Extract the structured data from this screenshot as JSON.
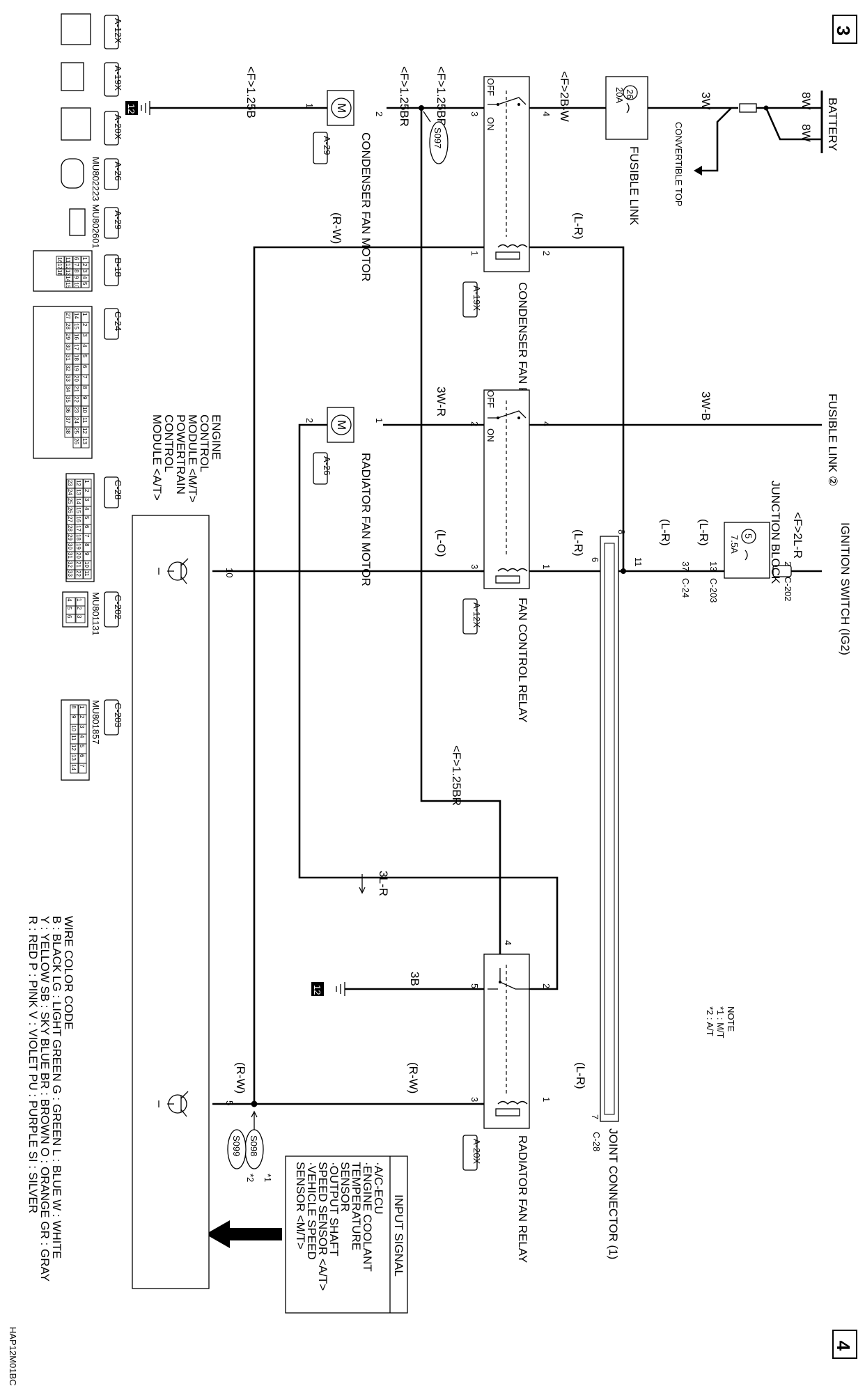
{
  "page_numbers": {
    "top": "3",
    "bottom": "4"
  },
  "diagram_code": "HAP12M01BC",
  "power": {
    "battery": "BATTERY",
    "battery_wires": [
      "8W",
      "8W"
    ],
    "wire_3w": "3W",
    "convertible_top": "CONVERTIBLE TOP",
    "fusible_link": {
      "num": "26",
      "amp": "20A",
      "label": "FUSIBLE LINK"
    },
    "fusible_link_2": "FUSIBLE LINK ②",
    "wire_3wb": "3W-B",
    "ignition_switch": "IGNITION SWITCH (IG2)",
    "wire_2lr": "<F>2L-R",
    "junction_block": "JUNCTION BLOCK",
    "jb_fuse": {
      "num": "5",
      "amp": "7.5A"
    }
  },
  "condenser_fan_motor": {
    "label": "CONDENSER FAN MOTOR",
    "conn": "A-29",
    "pin1": "1",
    "pin2": "2",
    "wire_left": "<F>1.25B",
    "wire_right": "<F>1.25BR",
    "ground": "12"
  },
  "condenser_fan_relay": {
    "label": "CONDENSER FAN RELAY",
    "conn": "A-19X",
    "wire_in": "<F>2B-W",
    "wire_out": "<F>1.25BR",
    "pins": {
      "p1": "1",
      "p2": "2",
      "p3": "3",
      "p4": "4"
    },
    "off": "OFF",
    "on": "ON",
    "splice": "S097",
    "wire_coil": "(L-R)",
    "wire_rw": "(R-W)"
  },
  "radiator_fan_motor": {
    "label": "RADIATOR FAN MOTOR",
    "conn": "A-26",
    "pin1": "1",
    "pin2": "2",
    "wire": "3W-R"
  },
  "fan_control_relay": {
    "label": "FAN CONTROL RELAY",
    "conn": "A-12X",
    "pins": {
      "p1": "1",
      "p2": "2",
      "p3": "3",
      "p4": "4"
    },
    "off": "OFF",
    "on": "ON",
    "wire_lo": "(L-O)",
    "wire_lr": "(L-R)"
  },
  "jb_connectors": {
    "c202": "C-202",
    "c202_pin": "2",
    "c203": "C-203",
    "c203_pin": "13",
    "c24": "C-24",
    "c24_pin": "37",
    "pin11": "11",
    "pin6": "6",
    "pin8": "8",
    "pin7": "7",
    "wire_lr": "(L-R)"
  },
  "joint_connector": {
    "label": "JOINT CONNECTOR (1)",
    "conn": "C-28"
  },
  "ecm": {
    "label_lines": [
      "ENGINE",
      "CONTROL",
      "MODULE <M/T>",
      "POWERTRAIN",
      "CONTROL",
      "MODULE <A/T>"
    ],
    "pin10": "10",
    "pin5": "5",
    "wire_rw": "(R-W)"
  },
  "radiator_fan_relay": {
    "label": "RADIATOR FAN RELAY",
    "conn": "A-20X",
    "pins": {
      "p1": "1",
      "p2": "2",
      "p3": "3",
      "p4": "4",
      "p5": "5"
    },
    "wire_3b": "3B",
    "wire_3lr": "3L-R",
    "wire_f125br": "<F>1.25BR",
    "wire_rw": "(R-W)",
    "wire_lr": "(L-R)",
    "ground": "12"
  },
  "splices_bottom": {
    "s098": "S098",
    "s099": "S099",
    "m1": "*1",
    "m2": "*2"
  },
  "note": {
    "title": "NOTE",
    "l1": "*1 : M/T",
    "l2": "*2 : A/T"
  },
  "input_signal": {
    "title": "INPUT SIGNAL",
    "items": [
      "·A/C-ECU",
      "·ENGINE COOLANT",
      " TEMPERATURE",
      " SENSOR",
      "·OUTPUT SHAFT",
      " SPEED SENSOR <A/T>",
      "·VEHICLE SPEED",
      " SENSOR <M/T>"
    ]
  },
  "wire_color_code": {
    "title": "WIRE COLOR CODE",
    "lines": [
      "B : BLACK    LG : LIGHT GREEN    G : GREEN    L : BLUE    W : WHITE",
      "Y : YELLOW    SB : SKY BLUE    BR : BROWN    O : ORANGE    GR : GRAY",
      "R : RED    P : PINK    V : VIOLET    PU : PURPLE    SI : SILVER"
    ]
  },
  "connector_refs": {
    "a12x": "A-12X",
    "a19x": "A-19X",
    "a20x": "A-20X",
    "a26": "A-26",
    "a29": "A-29",
    "b18": "B-18",
    "c24": "C-24",
    "c28": "C-28",
    "c202": "C-202",
    "c203": "C-203",
    "a26_part": "MU802223",
    "a29_part": "MU802601",
    "c202_part": "MU801131",
    "c203_part": "MU801857",
    "b18_pins": [
      "JAE",
      "1",
      "2",
      "3",
      "4",
      "5",
      "6",
      "7",
      "8",
      "9",
      "10",
      "11",
      "12",
      "13",
      "14",
      "15",
      "16",
      "17",
      "18"
    ],
    "c24_pins": [
      "1",
      "2",
      "3",
      "4",
      "5",
      "6",
      "7",
      "8",
      "9",
      "10",
      "11",
      "12",
      "13",
      "14",
      "15",
      "16",
      "17",
      "18",
      "19",
      "20",
      "21",
      "22",
      "23",
      "24",
      "25",
      "26",
      "27",
      "28",
      "29",
      "30",
      "31",
      "32",
      "33",
      "34",
      "35",
      "36",
      "37",
      "38"
    ],
    "c28_pins": [
      "1",
      "2",
      "3",
      "4",
      "5",
      "6",
      "7",
      "8",
      "9",
      "10",
      "11",
      "12",
      "13",
      "14",
      "15",
      "16",
      "17",
      "18",
      "19",
      "20",
      "21",
      "22",
      "23",
      "24",
      "25",
      "26",
      "27",
      "28",
      "29",
      "30",
      "31",
      "32",
      "33"
    ],
    "c202_pins": [
      "1",
      "2",
      "3",
      "4",
      "5",
      "6"
    ],
    "c203_pins": [
      "1",
      "2",
      "3",
      "4",
      "5",
      "6",
      "7",
      "8",
      "9",
      "10",
      "11",
      "12",
      "13",
      "14"
    ]
  }
}
